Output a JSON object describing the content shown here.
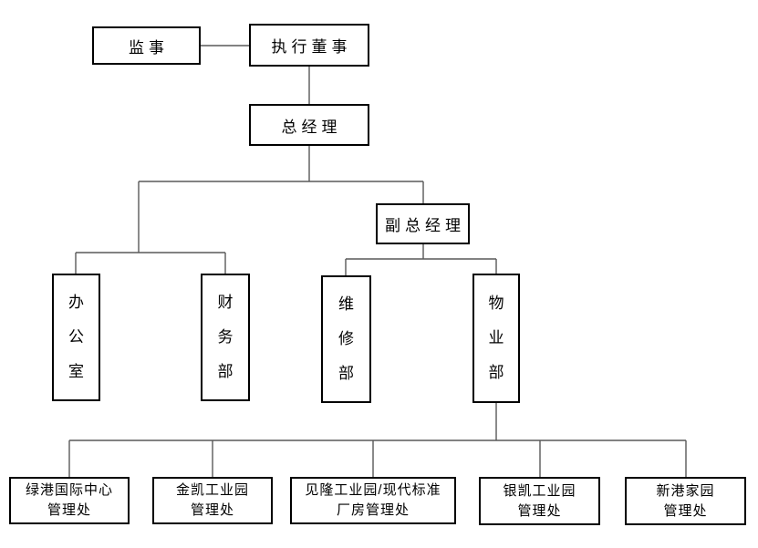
{
  "org_chart": {
    "nodes": {
      "supervisor": {
        "label": "监事"
      },
      "executive_director": {
        "label": "执行董事"
      },
      "general_manager": {
        "label": "总经理"
      },
      "deputy_general_manager": {
        "label": "副总经理"
      },
      "office": {
        "label": "办公室"
      },
      "finance_dept": {
        "label": "财务部"
      },
      "maintenance_dept": {
        "label": "维修部"
      },
      "property_dept": {
        "label": "物业部"
      },
      "lvgang_intl_center": {
        "label": "绿港国际中心管理处",
        "lines": [
          "绿港国际中心",
          "管理处"
        ]
      },
      "jinkai_park": {
        "label": "金凯工业园管理处",
        "lines": [
          "金凯工业园",
          "管理处"
        ]
      },
      "jianlong_park": {
        "label": "见隆工业园/现代标准厂房管理处",
        "lines": [
          "见隆工业园/现代标准",
          "厂房管理处"
        ]
      },
      "yinkai_park": {
        "label": "银凯工业园管理处",
        "lines": [
          "银凯工业园",
          "管理处"
        ]
      },
      "xingang_home": {
        "label": "新港家园管理处",
        "lines": [
          "新港家园",
          "管理处"
        ]
      }
    },
    "edges": [
      [
        "supervisor",
        "executive_director"
      ],
      [
        "executive_director",
        "general_manager"
      ],
      [
        "general_manager",
        "office"
      ],
      [
        "general_manager",
        "finance_dept"
      ],
      [
        "general_manager",
        "deputy_general_manager"
      ],
      [
        "deputy_general_manager",
        "maintenance_dept"
      ],
      [
        "deputy_general_manager",
        "property_dept"
      ],
      [
        "property_dept",
        "lvgang_intl_center"
      ],
      [
        "property_dept",
        "jinkai_park"
      ],
      [
        "property_dept",
        "jianlong_park"
      ],
      [
        "property_dept",
        "yinkai_park"
      ],
      [
        "property_dept",
        "xingang_home"
      ]
    ],
    "colors": {
      "background": "#ffffff",
      "box_fill": "#ffffff",
      "box_border": "#000000",
      "connector": "#595959"
    }
  }
}
